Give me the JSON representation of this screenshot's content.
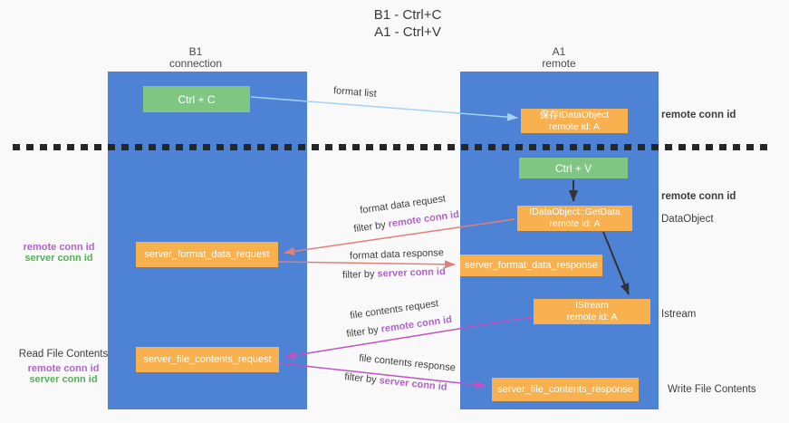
{
  "title": {
    "line1": "B1 - Ctrl+C",
    "line2": "A1 - Ctrl+V"
  },
  "lifelines": {
    "left": {
      "name": "B1",
      "role": "connection"
    },
    "right": {
      "name": "A1",
      "role": "remote"
    }
  },
  "nodes": {
    "ctrl_c": {
      "label": "Ctrl + C"
    },
    "ctrl_v": {
      "label": "Ctrl + V"
    },
    "save_dataobject": {
      "line1": "保存IDataObject",
      "line2": "remote id: A"
    },
    "getdata": {
      "line1": "IDataObject::GetData",
      "line2": "remote id: A"
    },
    "istream": {
      "line1": "IStream",
      "line2": "remote id: A"
    },
    "format_request": {
      "label": "server_format_data_request"
    },
    "format_response": {
      "label": "server_format_data_response"
    },
    "file_request": {
      "label": "server_file_contents_request"
    },
    "file_response": {
      "label": "server_file_contents_response"
    }
  },
  "annotations": {
    "right_remote_conn_id_top": "remote conn id",
    "right_remote_conn_id_mid": "remote conn id",
    "right_dataobject": "DataObject",
    "right_istream": "Istream",
    "right_write_file_contents": "Write File Contents",
    "left_remote_conn_id_mid": "remote conn id",
    "left_server_conn_id_mid": "server conn id",
    "left_read_file_contents": "Read File Contents",
    "left_remote_conn_id_bottom": "remote conn id",
    "left_server_conn_id_bottom": "server conn id"
  },
  "arrow_labels": {
    "format_list": "format list",
    "format_data_request": "format data request",
    "format_data_response": "format data response",
    "file_contents_request": "file contents request",
    "file_contents_response": "file contents response",
    "filter_by": "filter by",
    "remote_conn_id": "remote conn id",
    "server_conn_id": "server conn id"
  },
  "colors": {
    "column_blue": "#4e82d4",
    "node_green": "#7fc683",
    "node_orange": "#f9b04f",
    "arrow_lightblue": "#a5d2f3",
    "arrow_black": "#333333",
    "arrow_salmon": "#e0807c",
    "arrow_magenta": "#c153c1",
    "text_purple": "#b163c9",
    "text_green": "#55b055",
    "dash_color": "#262626"
  }
}
